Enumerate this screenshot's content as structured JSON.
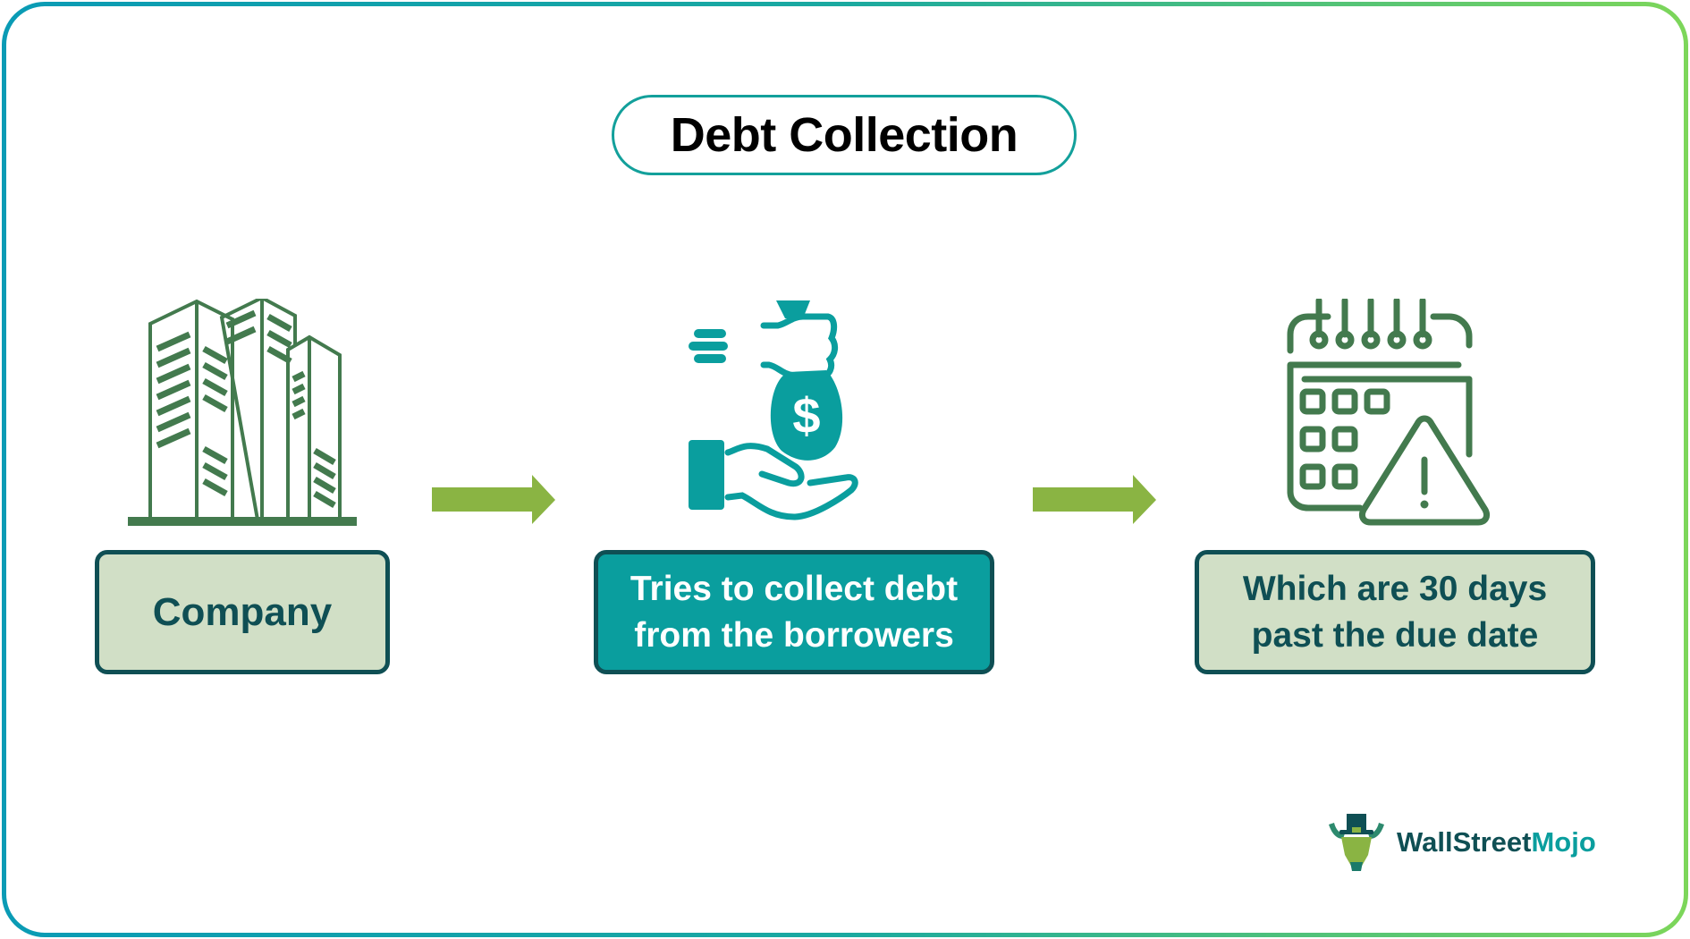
{
  "title": "Debt Collection",
  "steps": [
    {
      "icon": "office-buildings-icon",
      "label": "Company",
      "fill": "#d1dfc6",
      "text_color": "#0f4f54"
    },
    {
      "icon": "hand-money-bag-icon",
      "label": "Tries to collect debt from the borrowers",
      "line1": "Tries to collect debt",
      "line2": "from the borrowers",
      "fill": "#0a9e9e",
      "text_color": "#ffffff"
    },
    {
      "icon": "calendar-warning-icon",
      "label": "Which are 30 days past the due date",
      "line1": "Which are 30 days",
      "line2": "past the due date",
      "fill": "#d1dfc6",
      "text_color": "#0f4f54"
    }
  ],
  "arrows": [
    {
      "from": "Company",
      "to": "Tries to collect debt from the borrowers",
      "color": "#8ab443"
    },
    {
      "from": "Tries to collect debt from the borrowers",
      "to": "Which are 30 days past the due date",
      "color": "#8ab443"
    }
  ],
  "logo": {
    "part1": "WallStreet",
    "part2": "Mojo"
  },
  "colors": {
    "border_gradient_start": "#0a9bb5",
    "border_gradient_end": "#7dd65a",
    "title_border": "#13a09b",
    "box_border": "#0f4f54",
    "icon_green": "#437a4e",
    "icon_teal": "#0a9e9e",
    "arrow": "#8ab443"
  }
}
